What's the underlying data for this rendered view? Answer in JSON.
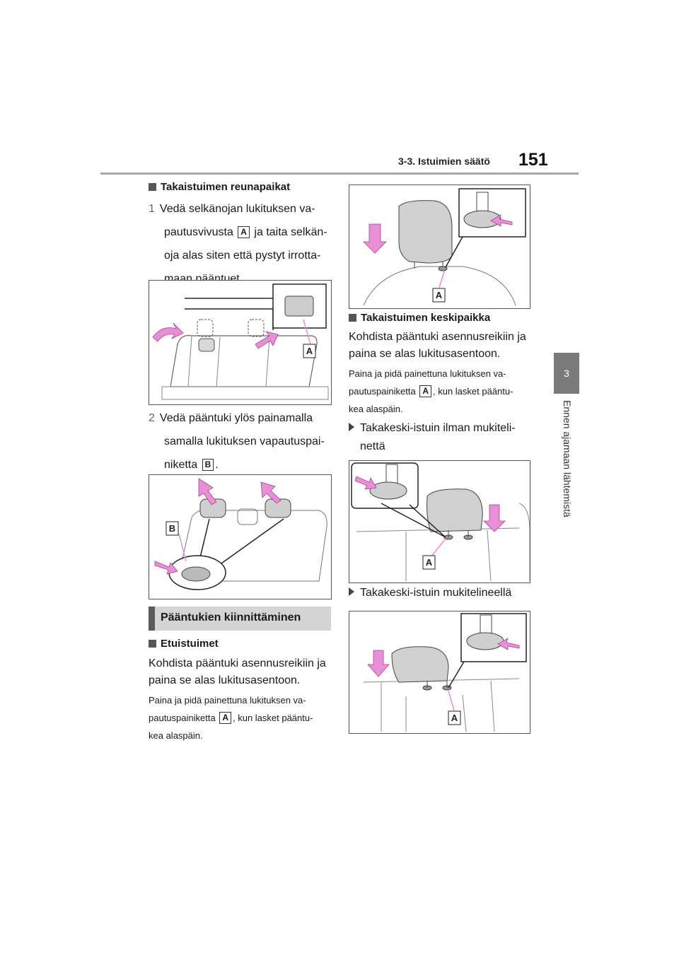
{
  "header": {
    "section": "3-3. Istuimien säätö",
    "page_number": "151"
  },
  "side_tab": {
    "chapter": "3",
    "title": "Ennen ajamaan lähtemistä"
  },
  "left": {
    "h1": "Takaistuimen reunapaikat",
    "step1": {
      "num": "1",
      "line1": "Vedä selkänojan lukituksen va-",
      "line2a": "pautusvivusta",
      "badge": "A",
      "line2b": "ja taita selkän-",
      "line3": "oja alas siten että pystyt irrotta-",
      "line4": "maan pääntuet."
    },
    "fig1_label": "A",
    "step2": {
      "num": "2",
      "line1": "Vedä pääntuki ylös painamalla",
      "line2": "samalla lukituksen vapautuspai-",
      "line3a": "niketta",
      "badge": "B",
      "line3b": "."
    },
    "fig2_label": "B",
    "section_title": "Pääntukien kiinnittäminen",
    "h2": "Etuistuimet",
    "p1": "Kohdista pääntuki asennusreikiin ja",
    "p2": "paina se alas lukitusasentoon.",
    "note1": "Paina ja pidä painettuna lukituksen va-",
    "note2a": "pautuspainiketta",
    "note_badge": "A",
    "note2b": ", kun lasket pääntu-",
    "note3": "kea alaspäin."
  },
  "right": {
    "fig3_label": "A",
    "h1": "Takaistuimen keskipaikka",
    "p1": "Kohdista pääntuki asennusreikiin ja",
    "p2": "paina se alas lukitusasentoon.",
    "note1": "Paina ja pidä painettuna lukituksen va-",
    "note2a": "pautuspainiketta",
    "note_badge": "A",
    "note2b": ", kun lasket pääntu-",
    "note3": "kea alaspäin.",
    "bullet1_line1": "Takakeski-istuin ilman mukiteli-",
    "bullet1_line2": "nettä",
    "fig4_label": "A",
    "bullet2": "Takakeski-istuin mukitelineellä",
    "fig5_label": "A"
  },
  "colors": {
    "arrow": "#e98fd6",
    "rule": "#a8a8a8",
    "tab": "#7a7a7a",
    "section_bar": "#d4d4d4",
    "section_edge": "#5b5b5b"
  }
}
